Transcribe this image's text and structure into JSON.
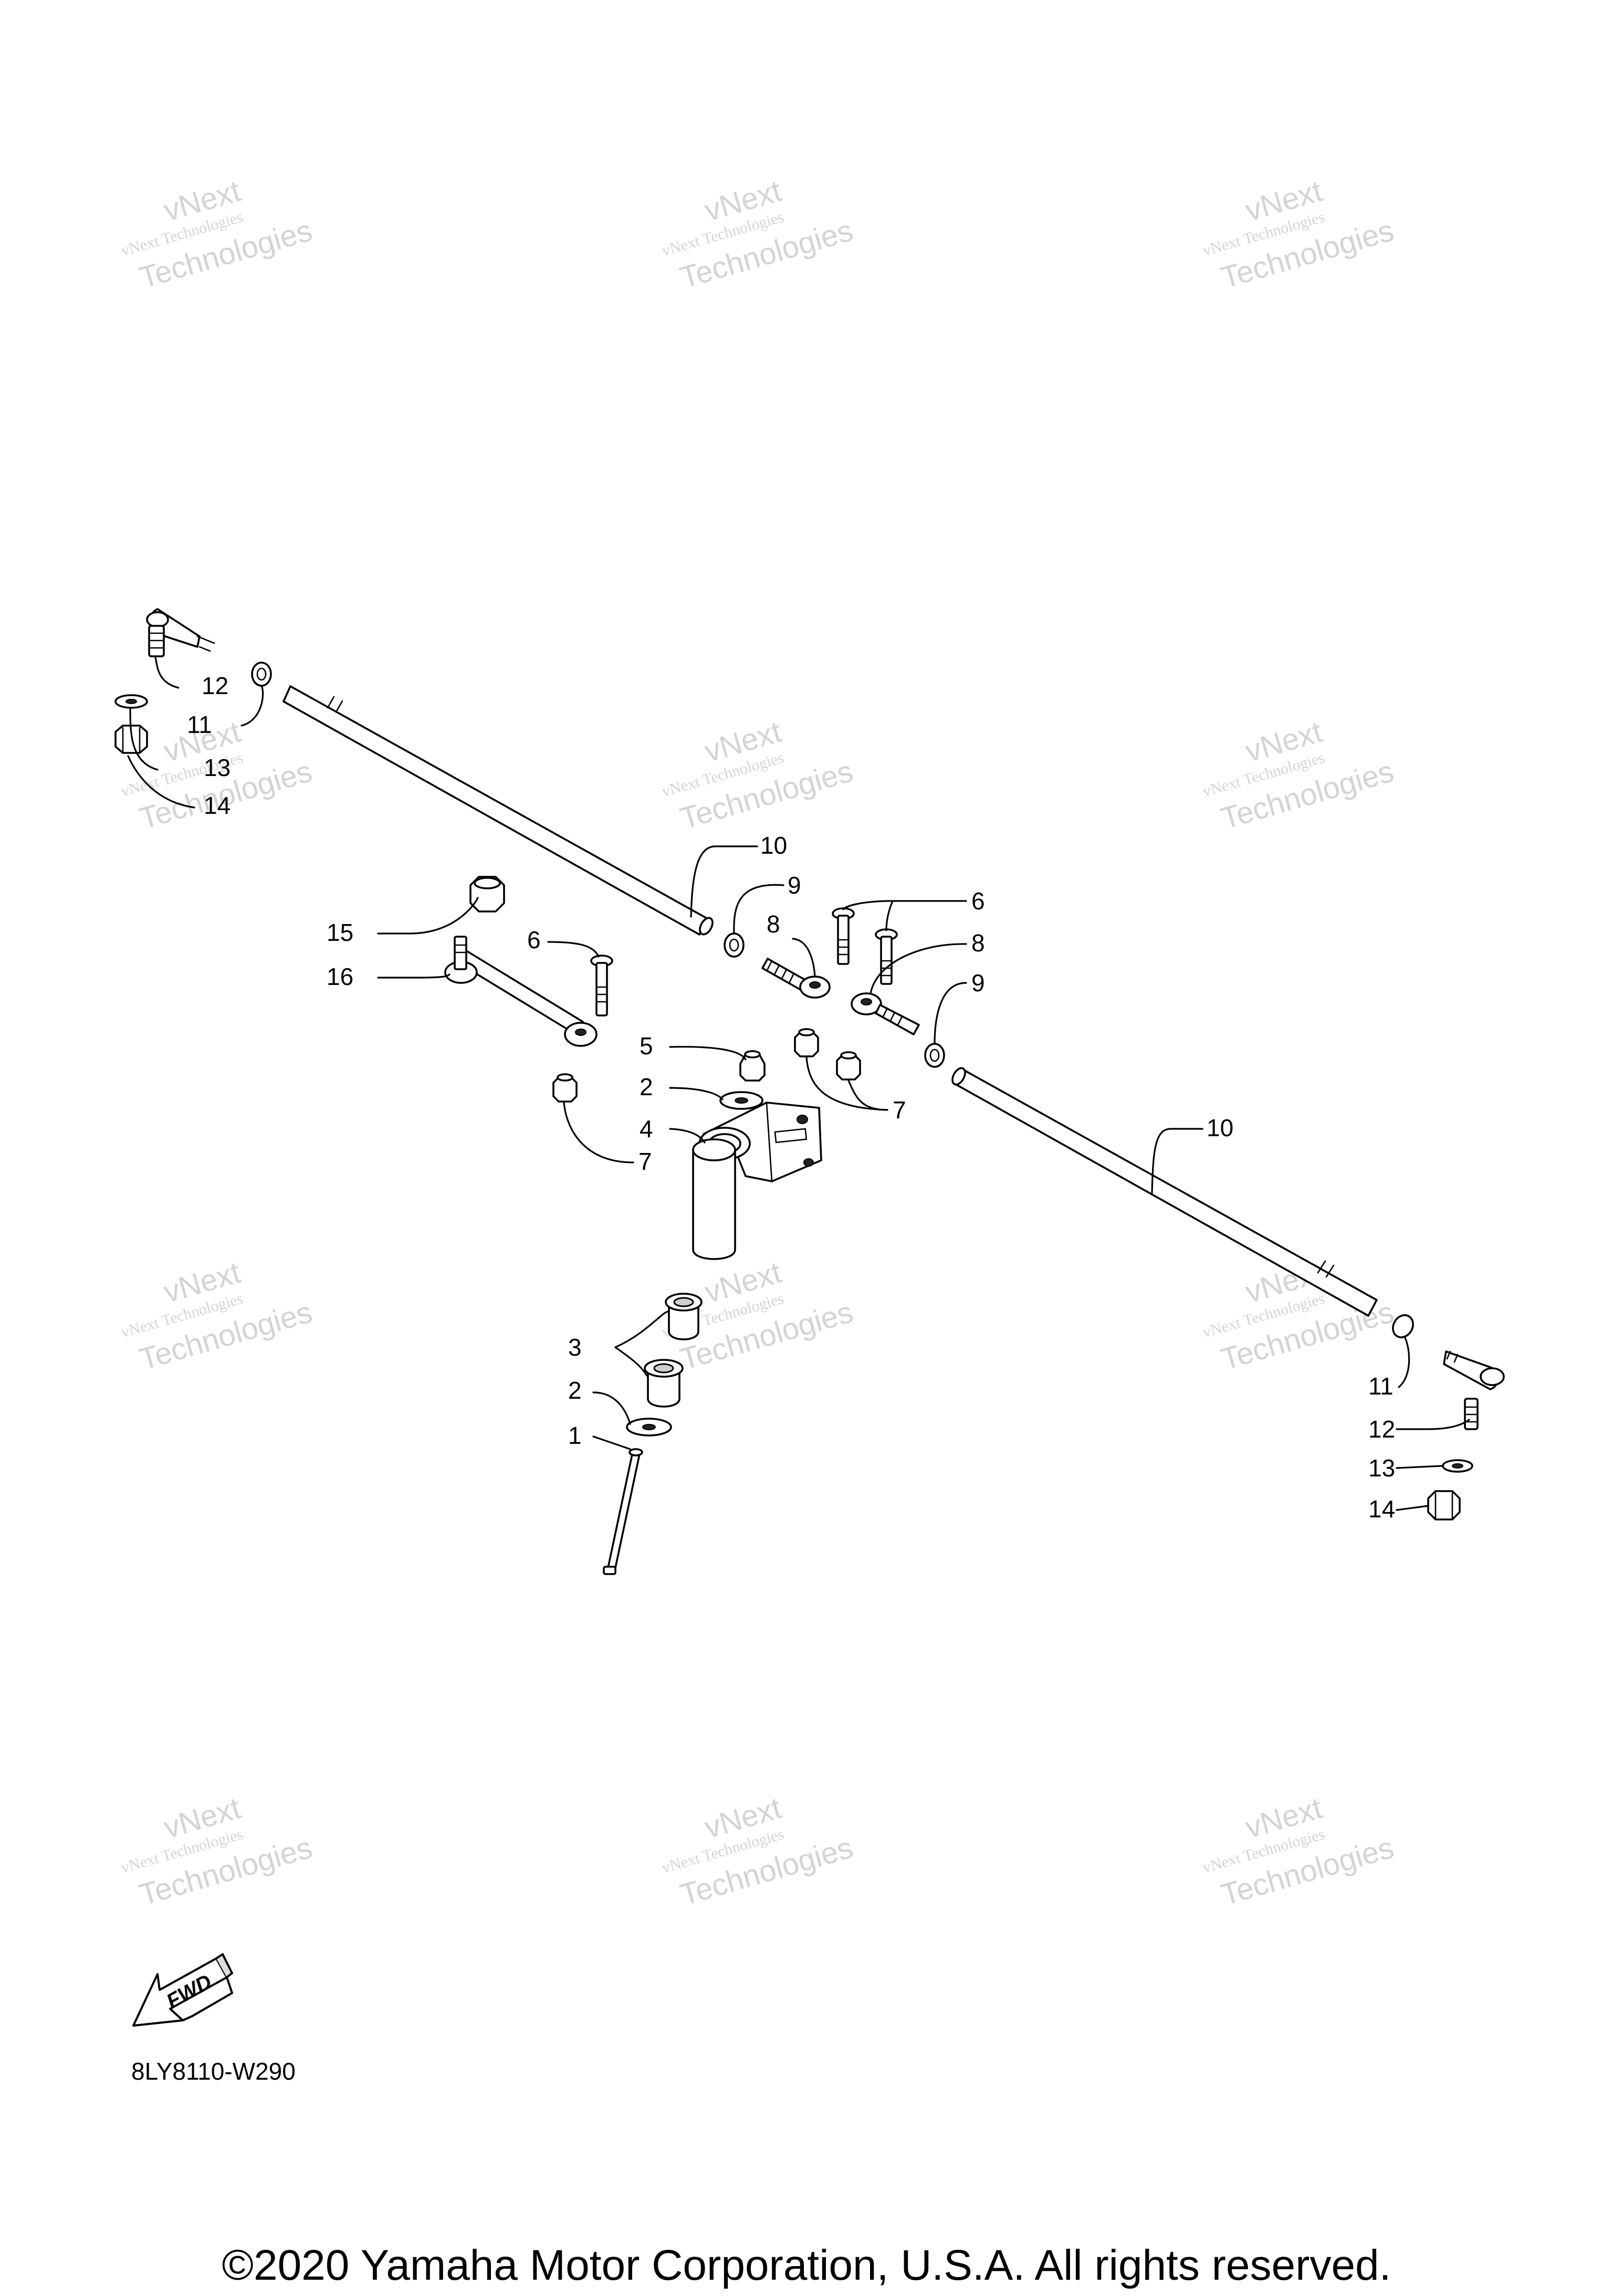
{
  "diagram": {
    "part_code": "8LY8110-W290",
    "copyright": "©2020 Yamaha Motor Corporation, U.S.A. All rights reserved.",
    "fwd_label": "FWD",
    "watermark": {
      "line1": "vNext Technologies",
      "line2": "vNext",
      "line3": "Technologies"
    },
    "callouts": [
      "1",
      "2",
      "3",
      "4",
      "5",
      "6",
      "7",
      "8",
      "9",
      "10",
      "11",
      "12",
      "13",
      "14",
      "15",
      "16"
    ]
  }
}
